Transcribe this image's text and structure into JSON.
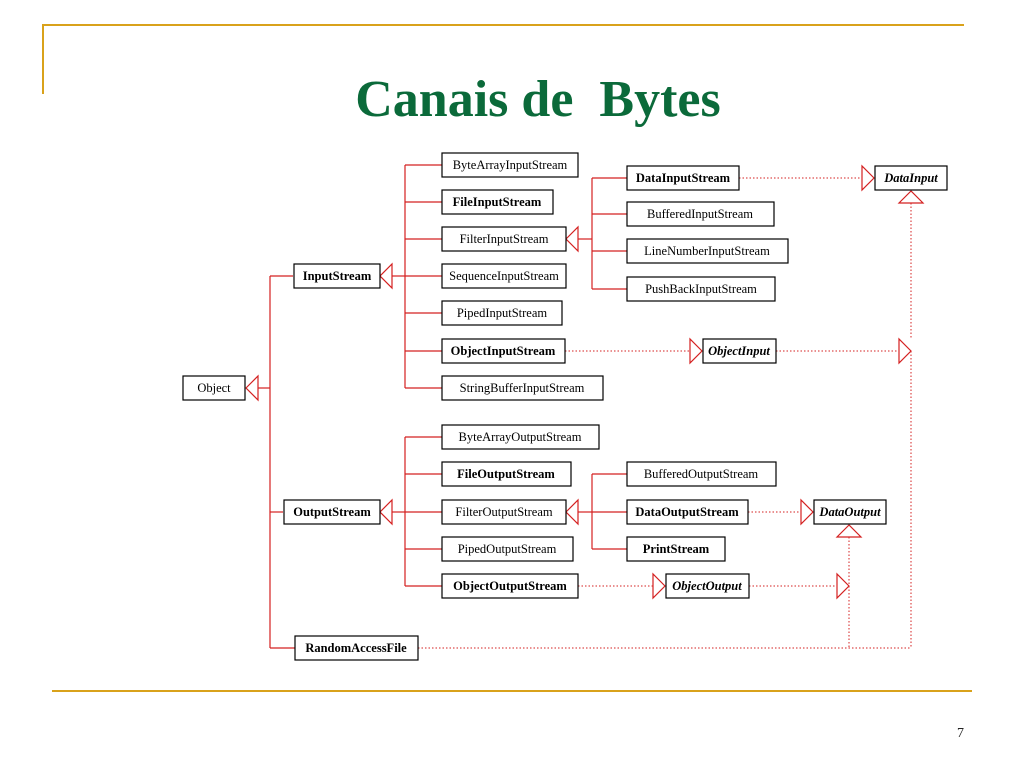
{
  "slide": {
    "title": "Canais de  Bytes",
    "page_number": "7",
    "colors": {
      "title": "#0b6a3a",
      "frame_lines": "#d9a21b",
      "connectors": "#d42020"
    }
  },
  "diagram": {
    "root": "Object",
    "nodes": {
      "object": {
        "label": "Object",
        "style": "normal"
      },
      "input_stream": {
        "label": "InputStream",
        "style": "bold"
      },
      "output_stream": {
        "label": "OutputStream",
        "style": "bold"
      },
      "random_access_file": {
        "label": "RandomAccessFile",
        "style": "bold"
      },
      "byte_array_input_stream": {
        "label": "ByteArrayInputStream",
        "style": "normal"
      },
      "file_input_stream": {
        "label": "FileInputStream",
        "style": "bold"
      },
      "filter_input_stream": {
        "label": "FilterInputStream",
        "style": "normal"
      },
      "sequence_input_stream": {
        "label": "SequenceInputStream",
        "style": "normal"
      },
      "piped_input_stream": {
        "label": "PipedInputStream",
        "style": "normal"
      },
      "object_input_stream": {
        "label": "ObjectInputStream",
        "style": "bold"
      },
      "string_buffer_input_stream": {
        "label": "StringBufferInputStream",
        "style": "normal"
      },
      "data_input_stream": {
        "label": "DataInputStream",
        "style": "bold"
      },
      "buffered_input_stream": {
        "label": "BufferedInputStream",
        "style": "normal"
      },
      "line_number_input_stream": {
        "label": "LineNumberInputStream",
        "style": "normal"
      },
      "push_back_input_stream": {
        "label": "PushBackInputStream",
        "style": "normal"
      },
      "byte_array_output_stream": {
        "label": "ByteArrayOutputStream",
        "style": "normal"
      },
      "file_output_stream": {
        "label": "FileOutputStream",
        "style": "bold"
      },
      "filter_output_stream": {
        "label": "FilterOutputStream",
        "style": "normal"
      },
      "piped_output_stream": {
        "label": "PipedOutputStream",
        "style": "normal"
      },
      "object_output_stream": {
        "label": "ObjectOutputStream",
        "style": "bold"
      },
      "buffered_output_stream": {
        "label": "BufferedOutputStream",
        "style": "normal"
      },
      "data_output_stream": {
        "label": "DataOutputStream",
        "style": "bold"
      },
      "print_stream": {
        "label": "PrintStream",
        "style": "bold"
      },
      "data_input": {
        "label": "DataInput",
        "style": "interface"
      },
      "object_input": {
        "label": "ObjectInput",
        "style": "interface"
      },
      "data_output": {
        "label": "DataOutput",
        "style": "interface"
      },
      "object_output": {
        "label": "ObjectOutput",
        "style": "interface"
      }
    },
    "inheritance": [
      {
        "parent": "object",
        "children": [
          "input_stream",
          "output_stream",
          "random_access_file"
        ]
      },
      {
        "parent": "input_stream",
        "children": [
          "byte_array_input_stream",
          "file_input_stream",
          "filter_input_stream",
          "sequence_input_stream",
          "piped_input_stream",
          "object_input_stream",
          "string_buffer_input_stream"
        ]
      },
      {
        "parent": "filter_input_stream",
        "children": [
          "data_input_stream",
          "buffered_input_stream",
          "line_number_input_stream",
          "push_back_input_stream"
        ]
      },
      {
        "parent": "output_stream",
        "children": [
          "byte_array_output_stream",
          "file_output_stream",
          "filter_output_stream",
          "piped_output_stream",
          "object_output_stream"
        ]
      },
      {
        "parent": "filter_output_stream",
        "children": [
          "buffered_output_stream",
          "data_output_stream",
          "print_stream"
        ]
      }
    ],
    "implements": [
      {
        "from": "data_input_stream",
        "to": "data_input"
      },
      {
        "from": "object_input_stream",
        "to": "object_input"
      },
      {
        "from": "object_input",
        "to": "data_input"
      },
      {
        "from": "data_output_stream",
        "to": "data_output"
      },
      {
        "from": "object_output_stream",
        "to": "object_output"
      },
      {
        "from": "object_output",
        "to": "data_output"
      },
      {
        "from": "random_access_file",
        "to": "data_input"
      },
      {
        "from": "random_access_file",
        "to": "data_output"
      }
    ]
  }
}
